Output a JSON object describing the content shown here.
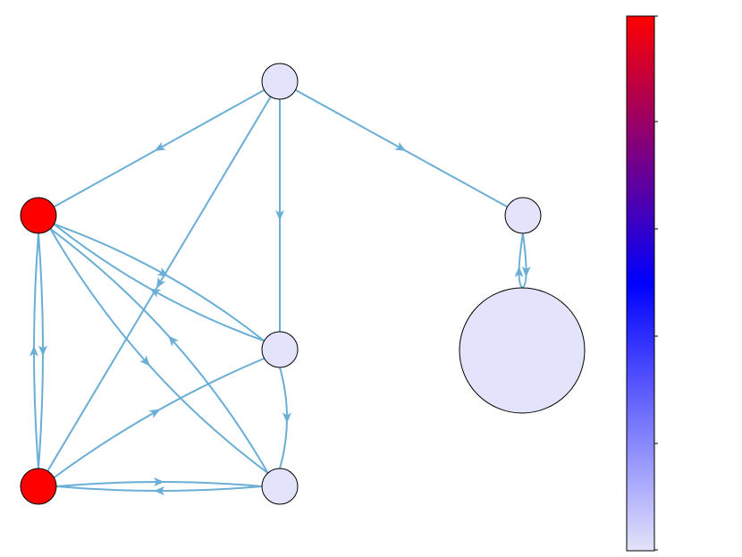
{
  "graph": {
    "node_colors": {
      "low": "#e3e3fb",
      "high": "#ff0000"
    },
    "edge_color": "#6aaed6",
    "nodes": [
      {
        "id": "n0",
        "value": 0
      },
      {
        "id": "n1",
        "value": 1
      },
      {
        "id": "n2",
        "value": 0
      },
      {
        "id": "n3",
        "value": 1
      },
      {
        "id": "n4",
        "value": 0
      },
      {
        "id": "n5",
        "value": 0
      },
      {
        "id": "n6",
        "value": 0
      }
    ],
    "edges": [
      {
        "id": "e0",
        "from": "n0",
        "to": "n1"
      },
      {
        "id": "e1",
        "from": "n0",
        "to": "n5"
      },
      {
        "id": "e2",
        "from": "n0",
        "to": "n3"
      },
      {
        "id": "e3",
        "from": "n0",
        "to": "n2"
      },
      {
        "id": "e4",
        "from": "n1",
        "to": "n2"
      },
      {
        "id": "e5",
        "from": "n2",
        "to": "n1"
      },
      {
        "id": "e6",
        "from": "n1",
        "to": "n3"
      },
      {
        "id": "e7",
        "from": "n3",
        "to": "n1"
      },
      {
        "id": "e8",
        "from": "n1",
        "to": "n4"
      },
      {
        "id": "e9",
        "from": "n4",
        "to": "n1"
      },
      {
        "id": "e10",
        "from": "n3",
        "to": "n2"
      },
      {
        "id": "e11",
        "from": "n2",
        "to": "n4"
      },
      {
        "id": "e12",
        "from": "n3",
        "to": "n4"
      },
      {
        "id": "e13",
        "from": "n4",
        "to": "n3"
      },
      {
        "id": "e14",
        "from": "n5",
        "to": "n6"
      },
      {
        "id": "e15",
        "from": "n6",
        "to": "n5"
      }
    ]
  },
  "colorbar": {
    "stops": [
      "#e3e3fb",
      "#0000ff",
      "#ff0000"
    ]
  }
}
